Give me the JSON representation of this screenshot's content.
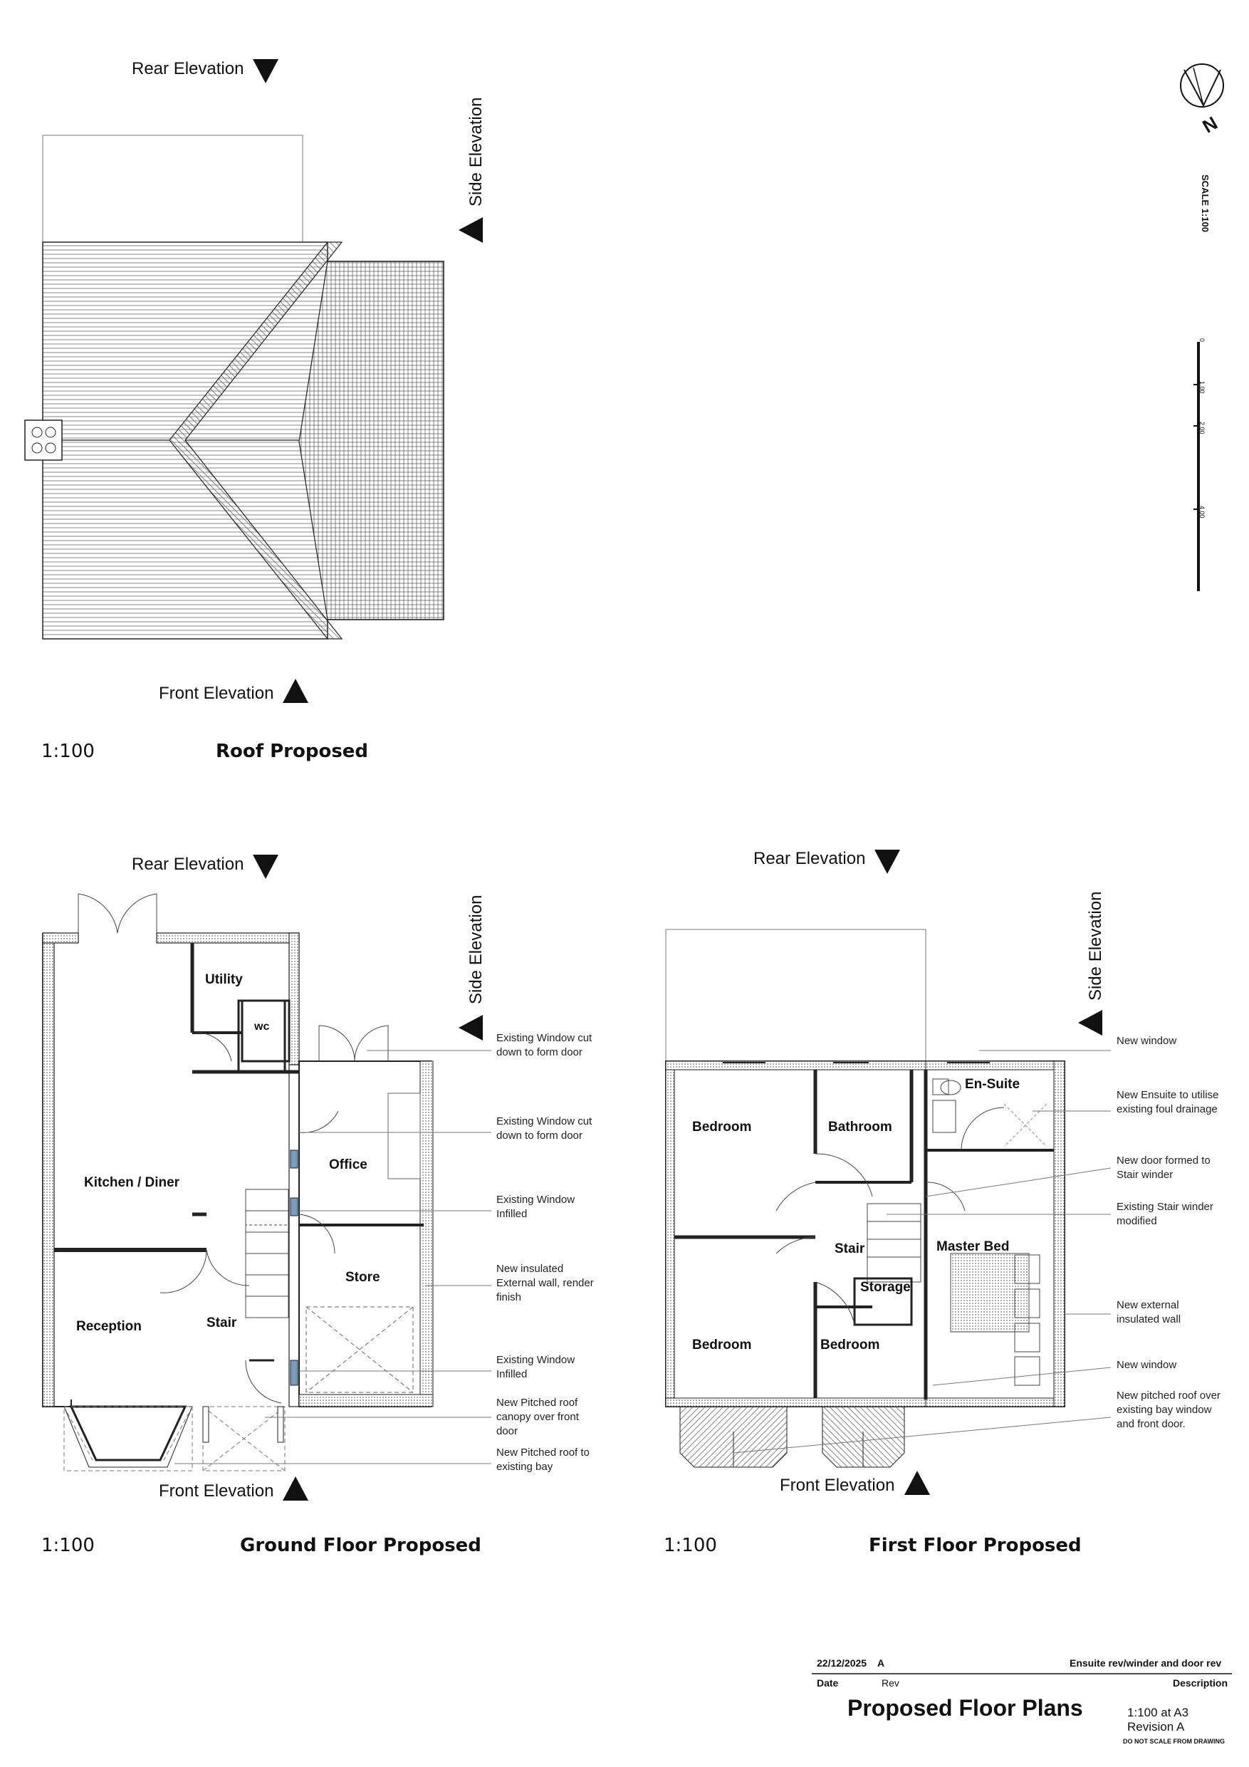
{
  "roof": {
    "rear_label": "Rear Elevation",
    "side_label": "Side Elevation",
    "front_label": "Front Elevation",
    "scale": "1:100",
    "title": "Roof Proposed"
  },
  "north": {
    "letter": "N",
    "scale_text": "SCALE 1:100",
    "ticks": [
      "0",
      "1.00",
      "2.00",
      "4.00"
    ]
  },
  "ground": {
    "rear_label": "Rear Elevation",
    "side_label": "Side Elevation",
    "front_label": "Front Elevation",
    "scale": "1:100",
    "title": "Ground Floor Proposed",
    "rooms": {
      "utility": "Utility",
      "wc": "wc",
      "kitchen": "Kitchen / Diner",
      "office": "Office",
      "store": "Store",
      "reception": "Reception",
      "stair": "Stair"
    },
    "notes": [
      "Existing Window cut down to form door",
      "Existing Window cut down to form door",
      "Existing Window Infilled",
      "New insulated External wall, render finish",
      "Existing Window Infilled",
      "New Pitched roof canopy over front door",
      "New Pitched roof to existing bay"
    ]
  },
  "first": {
    "rear_label": "Rear Elevation",
    "side_label": "Side Elevation",
    "front_label": "Front Elevation",
    "scale": "1:100",
    "title": "First Floor Proposed",
    "rooms": {
      "bedroom_tl": "Bedroom",
      "bathroom": "Bathroom",
      "ensuite": "En-Suite",
      "stair": "Stair",
      "master": "Master Bed",
      "storage": "Storage",
      "bedroom_bl": "Bedroom",
      "bedroom_bm": "Bedroom"
    },
    "notes": [
      "New window",
      "New Ensuite to utilise existing foul drainage",
      "New door formed to Stair winder",
      "Existing Stair winder modified",
      "New external insulated wall",
      "New window",
      "New pitched roof over existing bay window and front door."
    ]
  },
  "title_block": {
    "date": "22/12/2025",
    "rev": "A",
    "description": "Ensuite rev/winder and door rev",
    "date_header": "Date",
    "rev_header": "Rev",
    "desc_header": "Description",
    "drawing_title": "Proposed Floor Plans",
    "scale_line": "1:100 at A3",
    "revision_line": "Revision A",
    "disclaimer": "DO NOT SCALE FROM DRAWING"
  }
}
